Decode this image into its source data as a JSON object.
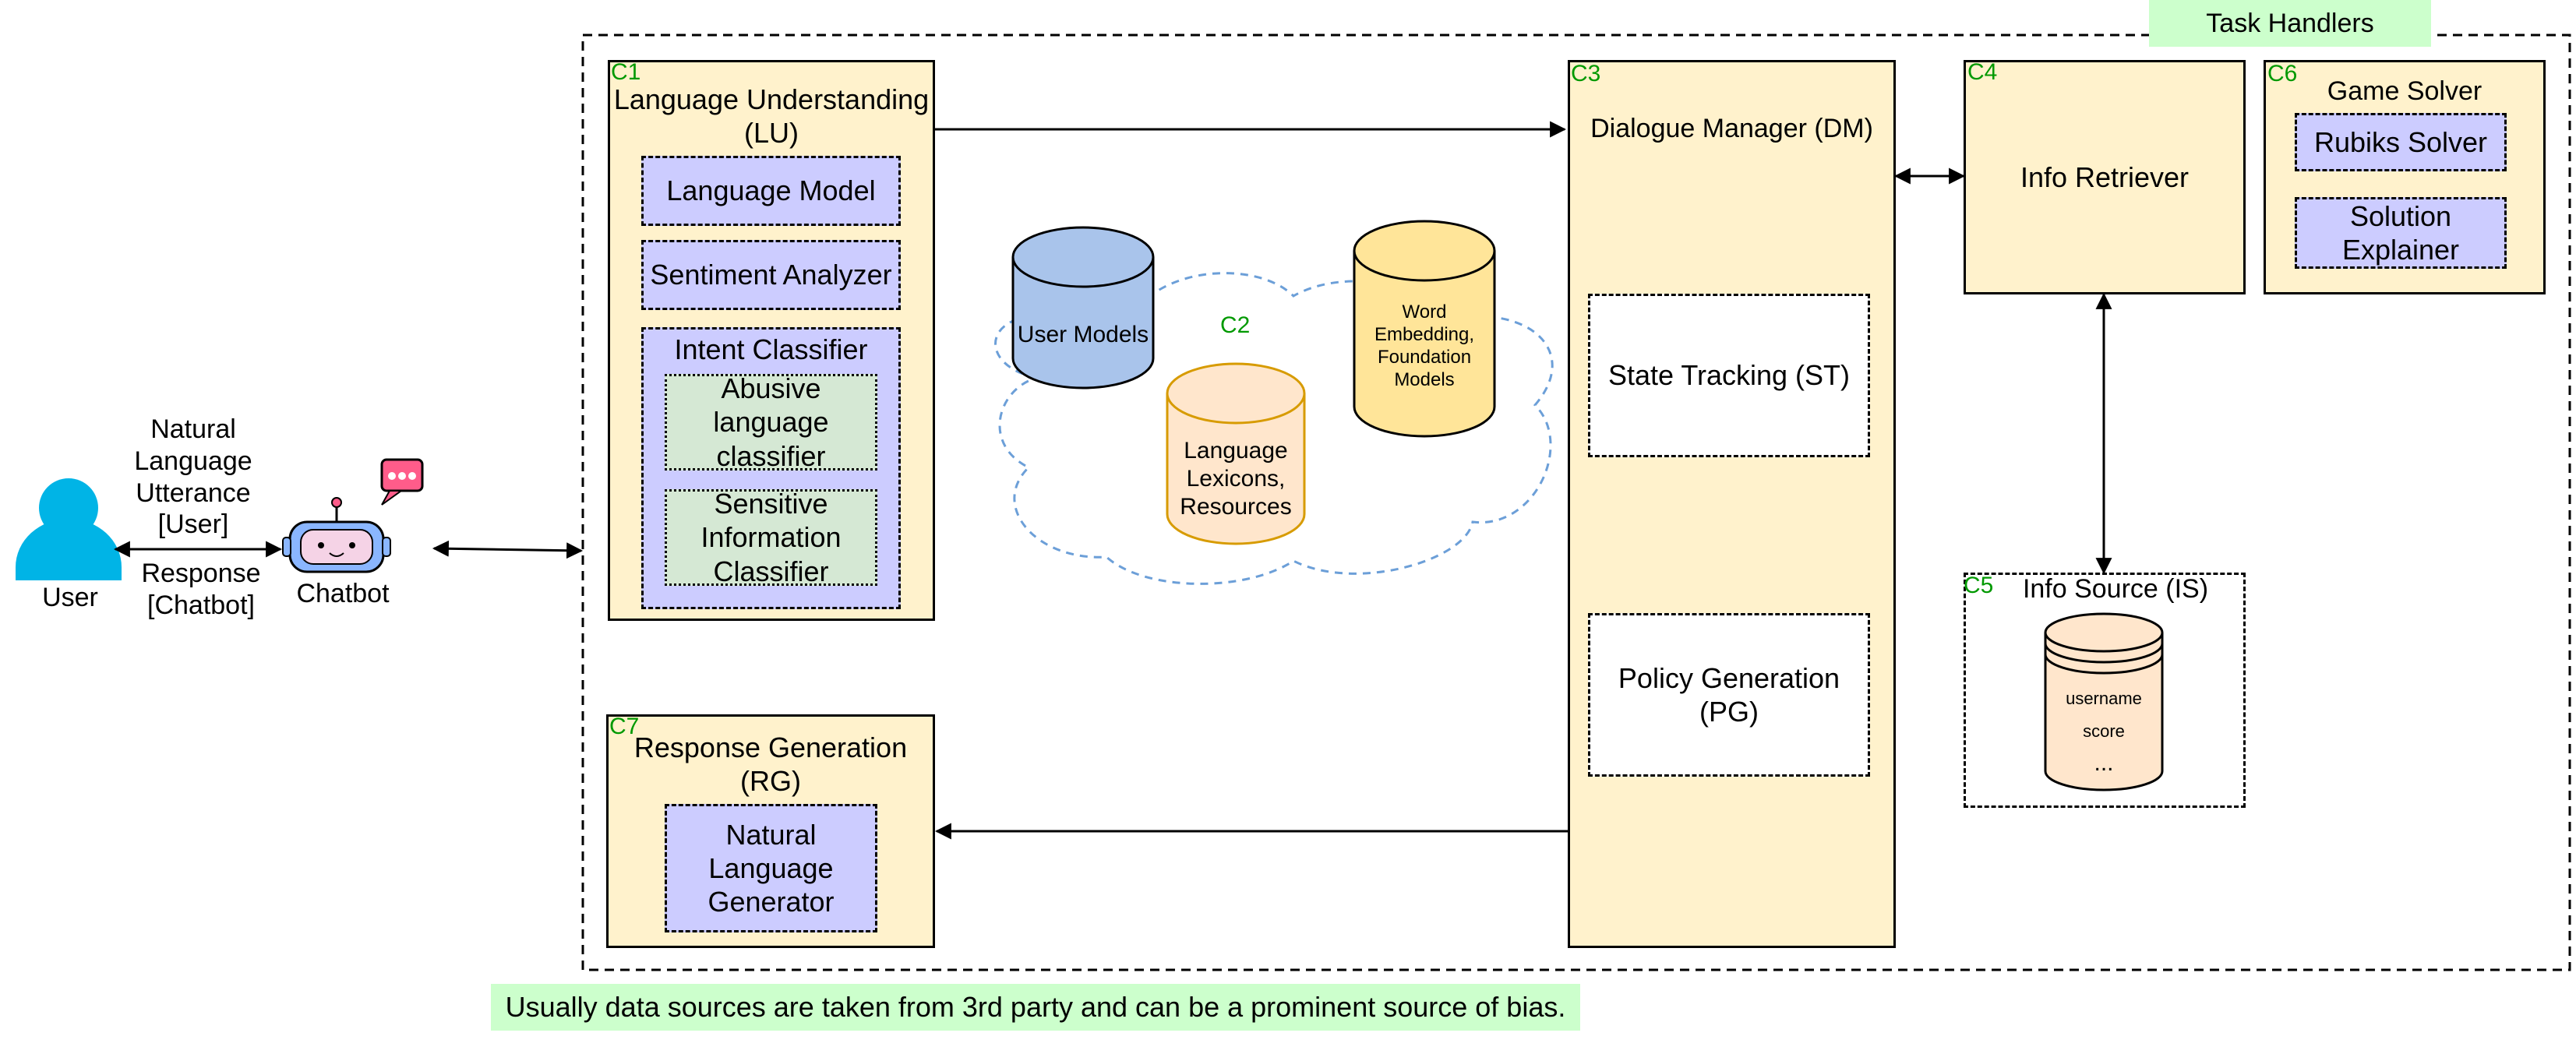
{
  "user": {
    "label": "User"
  },
  "chatbot": {
    "label": "Chatbot"
  },
  "utterance_label": "Natural\nLanguage\nUtterance\n[User]",
  "response_label": "Response\n[Chatbot]",
  "task_handlers": {
    "label": "Task Handlers"
  },
  "lu": {
    "id": "C1",
    "title": "Language Understanding\n(LU)",
    "language_model": "Language Model",
    "sentiment_analyzer": "Sentiment Analyzer",
    "intent_classifier": "Intent Classifier",
    "abusive": "Abusive\nlanguage\nclassifier",
    "sensitive": "Sensitive\nInformation\nClassifier"
  },
  "data_sources": {
    "id": "C2",
    "user_models": "User Models",
    "lexicons": "Language\nLexicons,\nResources",
    "embedding": "Word\nEmbedding,\nFoundation\nModels"
  },
  "dm": {
    "id": "C3",
    "title": "Dialogue Manager (DM)",
    "state_tracking": "State Tracking (ST)",
    "policy_generation": "Policy Generation\n(PG)"
  },
  "info_retriever": {
    "id": "C4",
    "title": "Info Retriever"
  },
  "info_source": {
    "id": "C5",
    "title": "Info Source (IS)",
    "fields": [
      "username",
      "score",
      "..."
    ]
  },
  "game_solver": {
    "id": "C6",
    "title": "Game Solver",
    "rubiks": "Rubiks Solver",
    "explainer": "Solution\nExplainer"
  },
  "rg": {
    "id": "C7",
    "title": "Response Generation\n(RG)",
    "nlg": "Natural\nLanguage\nGenerator"
  },
  "footnote": "Usually data sources are taken from 3rd party and can be a prominent source of bias.",
  "colors": {
    "component_fill": "#fff2cc",
    "subcomponent_fill": "#ccccff",
    "classifier_fill": "#d5e8d4",
    "note_fill": "#ccffcc",
    "id_text": "#009900",
    "user_icon": "#00b4e6",
    "user_models_db": "#a9c4eb",
    "lexicons_db": "#ffe6cc",
    "embedding_db": "#ffe599",
    "info_source_db": "#ffe6cc",
    "cloud_outline": "#6c9fd8"
  }
}
